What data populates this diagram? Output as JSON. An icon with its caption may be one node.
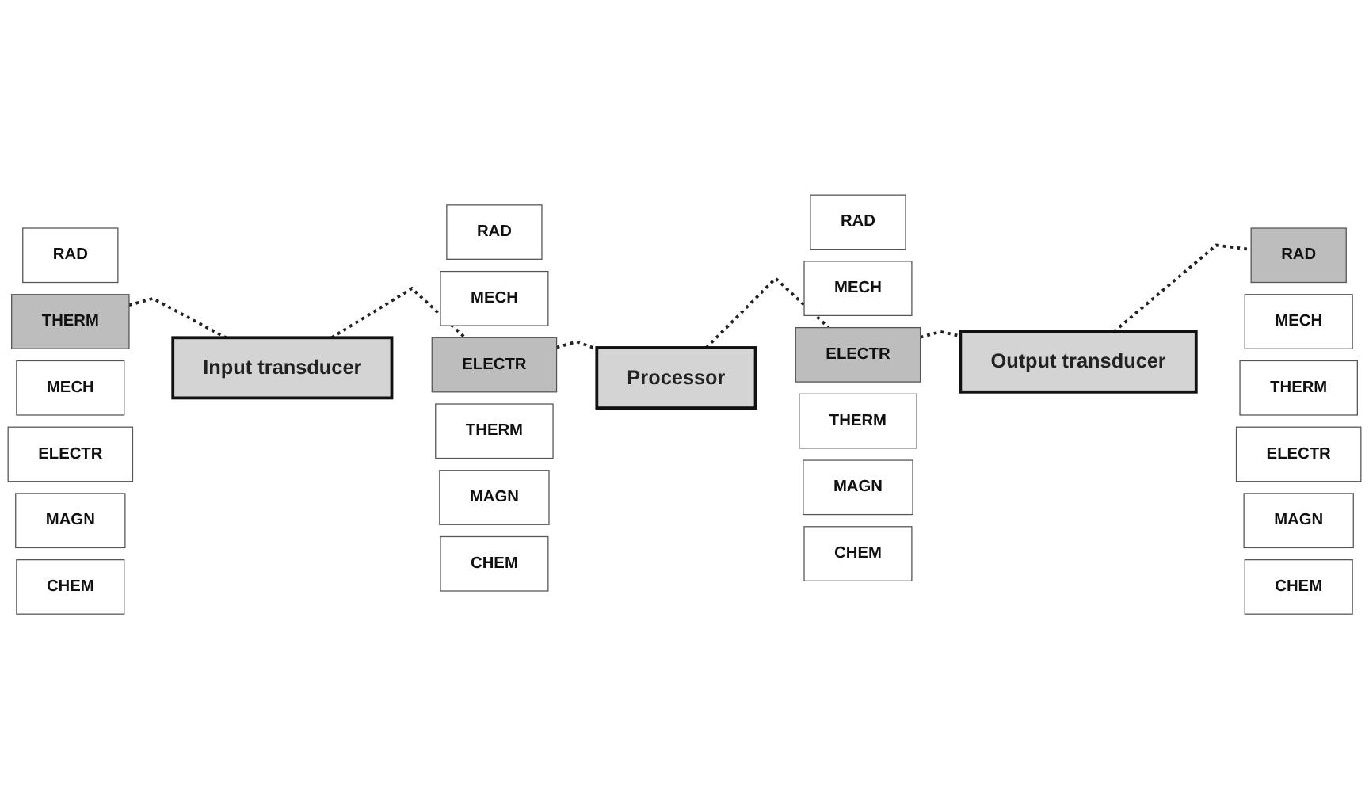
{
  "diagram": {
    "nodes": [
      {
        "text": [
          "RAD"
        ]
      },
      {
        "text": [
          "MECH"
        ]
      },
      {
        "text": [
          "THERM"
        ]
      },
      {
        "text": [
          "ELECTR"
        ]
      },
      {
        "text": [
          "MAGN"
        ]
      },
      {
        "text": [
          "CHEM"
        ]
      },
      {
        "text": [
          "Input transducer"
        ]
      },
      {
        "text": [
          "RAD"
        ]
      },
      {
        "text": [
          "MECH"
        ]
      },
      {
        "text": [
          "THERM"
        ]
      },
      {
        "text": [
          "ELECTR"
        ]
      },
      {
        "text": [
          "MAGN"
        ]
      },
      {
        "text": [
          "CHEM"
        ]
      },
      {
        "text": [
          "Processor"
        ]
      },
      {
        "text": [
          "RAD"
        ]
      },
      {
        "text": [
          "MECH"
        ]
      },
      {
        "text": [
          "THERM"
        ]
      },
      {
        "text": [
          "ELECTR"
        ]
      },
      {
        "text": [
          "MAGN"
        ]
      },
      {
        "text": [
          "CHEM"
        ]
      },
      {
        "text": [
          "Output transducer"
        ]
      },
      {
        "text": [
          "RAD"
        ]
      },
      {
        "text": [
          "MECH"
        ]
      },
      {
        "text": [
          "THERM"
        ]
      },
      {
        "text": [
          "ELECTR"
        ]
      },
      {
        "text": [
          "MAGN"
        ]
      },
      {
        "text": [
          "CHEM"
        ]
      }
    ],
    "edges": [
      {
        "from": 2,
        "to": 6,
        "arrow": "none",
        "style": "dashed"
      },
      {
        "from": 6,
        "to": 10,
        "arrow": "none",
        "style": "dashed"
      },
      {
        "from": 10,
        "to": 13,
        "arrow": "none",
        "style": "dashed"
      },
      {
        "from": 13,
        "to": 17,
        "arrow": "none",
        "style": "dashed"
      },
      {
        "from": 17,
        "to": 20,
        "arrow": "none",
        "style": "dashed"
      },
      {
        "from": 20,
        "to": 21,
        "arrow": "none",
        "style": "dashed"
      }
    ]
  }
}
